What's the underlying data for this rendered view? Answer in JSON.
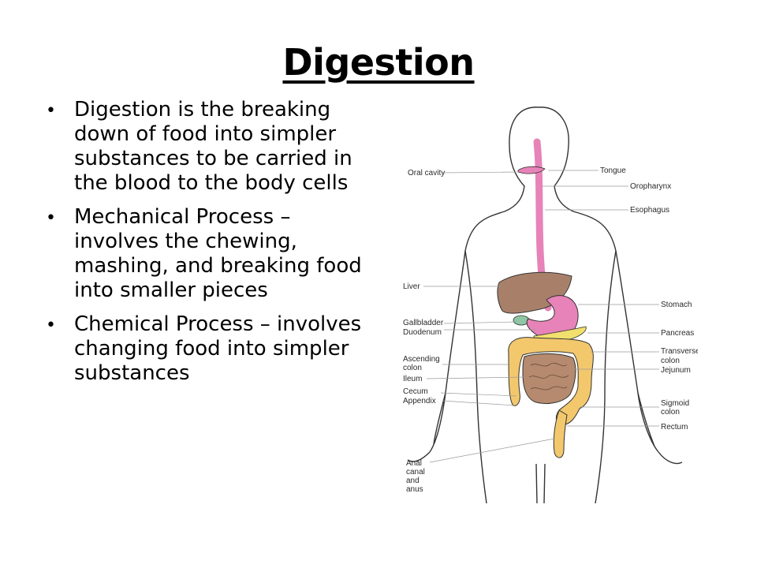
{
  "slide": {
    "title": "Digestion",
    "bullets": [
      "Digestion is the breaking down of food into simpler substances to be carried in the blood to the body cells",
      "Mechanical Process – involves the chewing, mashing, and breaking food into smaller pieces",
      "Chemical Process – involves changing food into simpler substances"
    ]
  },
  "diagram": {
    "labels": {
      "oral_cavity": "Oral cavity",
      "tongue": "Tongue",
      "oropharynx": "Oropharynx",
      "esophagus": "Esophagus",
      "liver": "Liver",
      "stomach": "Stomach",
      "gallbladder": "Gallbladder",
      "duodenum": "Duodenum",
      "pancreas": "Pancreas",
      "transverse_colon_1": "Transverse",
      "transverse_colon_2": "colon",
      "ascending_colon_1": "Ascending",
      "ascending_colon_2": "colon",
      "jejunum": "Jejunum",
      "ileum": "Ileum",
      "cecum": "Cecum",
      "appendix": "Appendix",
      "sigmoid_colon_1": "Sigmoid",
      "sigmoid_colon_2": "colon",
      "rectum": "Rectum",
      "anal_1": "Anal",
      "anal_2": "canal",
      "anal_3": "and",
      "anal_4": "anus"
    },
    "colors": {
      "esophagus": "#e783b8",
      "liver": "#a8806a",
      "gallbladder": "#8fc7a6",
      "pancreas": "#f1e06e",
      "colon": "#f3c86d",
      "small_intestine": "#b58a6e",
      "outline": "#333333"
    }
  }
}
